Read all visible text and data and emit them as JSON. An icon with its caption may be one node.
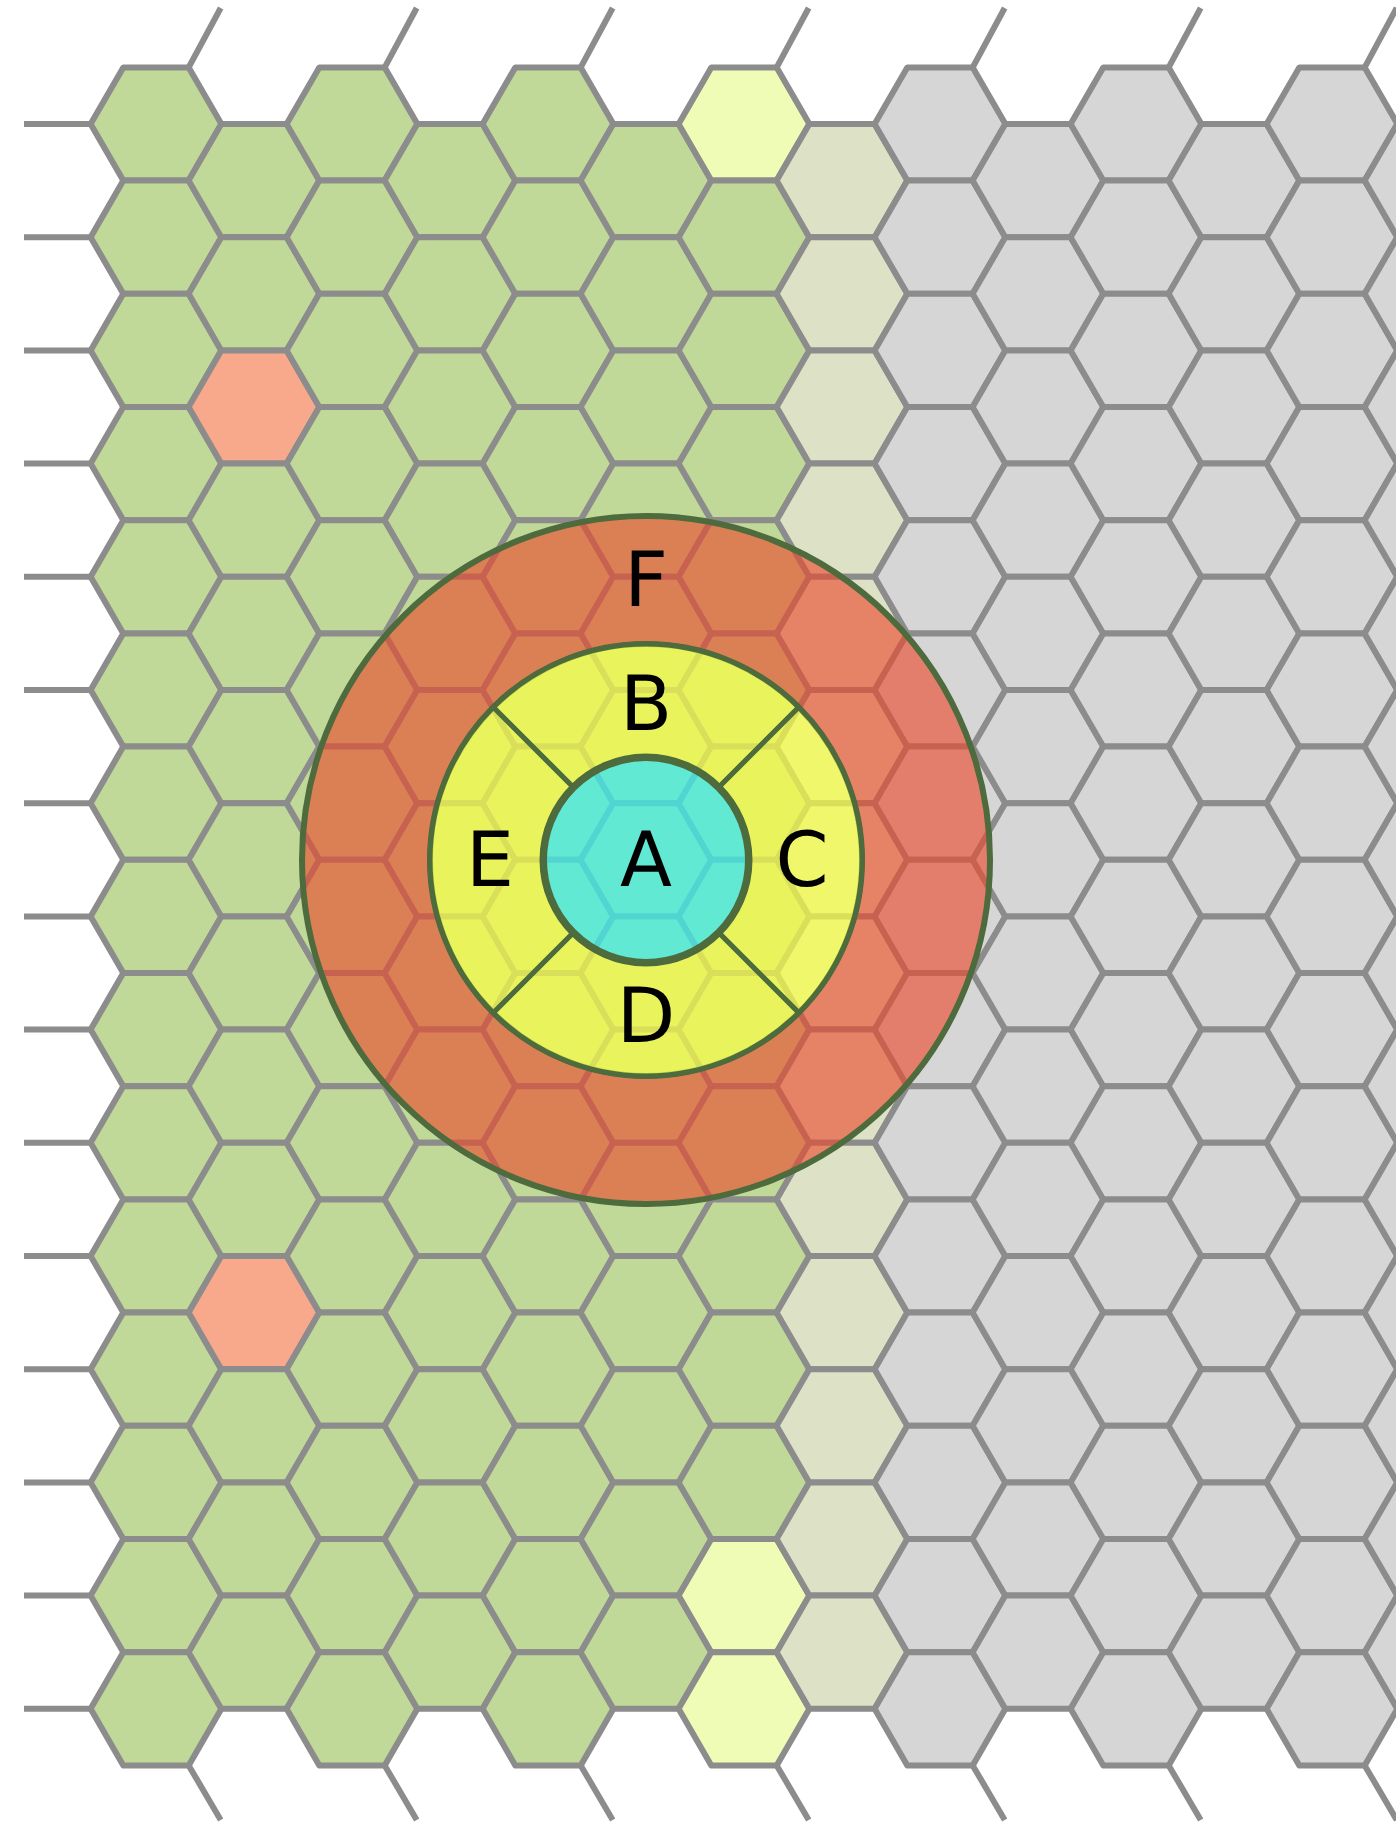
{
  "diagram": {
    "nodes": [
      {
        "text": [
          "F"
        ]
      },
      {
        "text": [
          "B"
        ],
        "in": 0
      },
      {
        "text": [
          "E"
        ],
        "in": 0
      },
      {
        "text": [
          "A"
        ],
        "in": 0
      },
      {
        "text": [
          "C"
        ],
        "in": 0
      },
      {
        "text": [
          "D"
        ],
        "in": 0
      }
    ]
  }
}
